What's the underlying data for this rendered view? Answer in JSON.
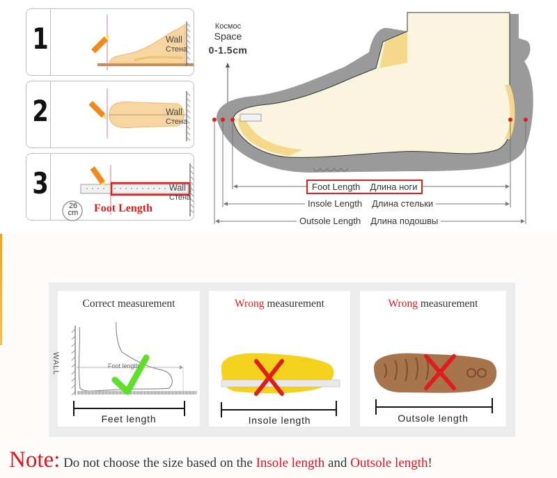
{
  "steps": [
    {
      "number": "1",
      "wall_en": "Wall",
      "wall_ru": "Стена",
      "description": "foot-side-view-against-wall"
    },
    {
      "number": "2",
      "wall_en": "Wall",
      "wall_ru": "Стена",
      "description": "foot-top-view-against-wall"
    },
    {
      "number": "3",
      "wall_en": "Wall",
      "wall_ru": "Стена",
      "ruler_value": "26",
      "ruler_unit": "cm",
      "foot_length_label": "Foot Length"
    }
  ],
  "shoe_diagram": {
    "space_ru": "Космос",
    "space_en": "Space",
    "space_range": "0-1.5cm",
    "measurements": [
      {
        "en": "Foot Length",
        "ru": "Длина ноги",
        "highlighted": true
      },
      {
        "en": "Insole Length",
        "ru": "Длина стельки",
        "highlighted": false
      },
      {
        "en": "Outsole Length",
        "ru": "Длина подошвы",
        "highlighted": false
      }
    ]
  },
  "comparison": [
    {
      "status": "",
      "title_rest": "Correct measurement",
      "caption": "Feet length",
      "mark": "check-icon",
      "wall_label": "WALL",
      "inner_label": "Foot length"
    },
    {
      "status": "Wrong",
      "title_rest": " measurement",
      "caption": "Insole length",
      "mark": "cross-icon"
    },
    {
      "status": "Wrong",
      "title_rest": " measurement",
      "caption": "Outsole length",
      "mark": "cross-icon"
    }
  ],
  "note": {
    "lead": "Note:",
    "part1": " Do not choose the size based on the ",
    "highlight1": "Insole length",
    "part2": " and ",
    "highlight2": "Outsole length",
    "part3": "!"
  },
  "colors": {
    "accent_red": "#e01d1d",
    "check_green": "#5ee02a",
    "pencil_orange": "#f08a1f",
    "foot_skin": "#f7d6a1",
    "shoe_gray": "#9a9a9a",
    "insole_yellow": "#f5d88a"
  }
}
